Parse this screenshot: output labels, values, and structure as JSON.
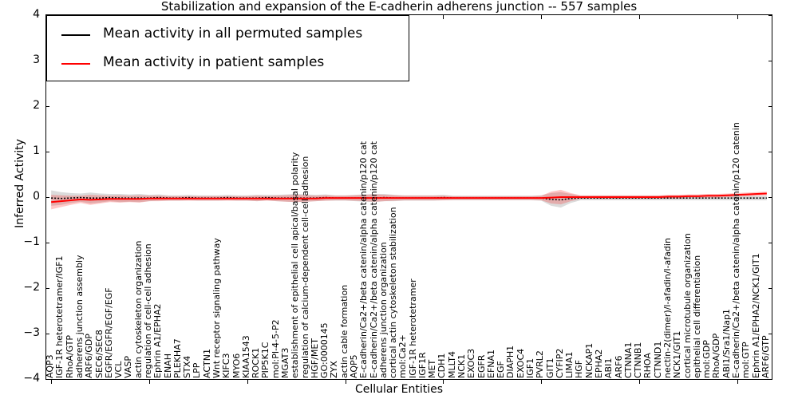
{
  "chart_data": {
    "type": "line",
    "title": "Stabilization and expansion of the E-cadherin adherens junction -- 557 samples",
    "xlabel": "Cellular Entities",
    "ylabel": "Inferred Activity",
    "ylim": [
      -4,
      4
    ],
    "yticks": [
      "4",
      "3",
      "2",
      "1",
      "0",
      "-1",
      "-2",
      "-3",
      "-4"
    ],
    "grid": false,
    "legend_position": "upper left",
    "sample_count": "557",
    "legend": [
      {
        "label": "Mean activity in all permuted samples",
        "color": "#000000"
      },
      {
        "label": "Mean activity in patient samples",
        "color": "#ff0000"
      }
    ],
    "categories": [
      "AQP3",
      "IGF-1R heterotetramer/IGF1",
      "RhoA/GTP",
      "adherens junction assembly",
      "ARF6/GDP",
      "SEC6/SEC8",
      "EGFR/EGFR/EGF/EGF",
      "VCL",
      "VASP",
      "actin cytoskeleton organization",
      "regulation of cell-cell adhesion",
      "Ephrin A1/EPHA2",
      "ENAH",
      "PLEKHA7",
      "STX4",
      "LPP",
      "ACTN1",
      "Wnt receptor signaling pathway",
      "KIFC3",
      "MYO6",
      "KIAA1543",
      "ROCK1",
      "PIP5K1C",
      "mol:PI-4-5-P2",
      "MGAT3",
      "establishment of epithelial cell apical/basal polarity",
      "regulation of calcium-dependent cell-cell adhesion",
      "HGF/MET",
      "GO:0000145",
      "ZYX",
      "actin cable formation",
      "AQP5",
      "E-cadherin/Ca2+/beta catenin/alpha catenin/p120 cat",
      "E-cadherin/Ca2+/beta catenin/alpha catenin/p120 cat",
      "adherens junction organization",
      "cortical actin cytoskeleton stabilization",
      "mol:Ca2+",
      "IGF-1R heterotetramer",
      "IGF1R",
      "MET",
      "CDH1",
      "MLLT4",
      "NCK1",
      "EXOC3",
      "EGFR",
      "EFNA1",
      "EGF",
      "DIAPH1",
      "EXOC4",
      "IGF1",
      "PVRL2",
      "GIT1",
      "CYFIP2",
      "LIMA1",
      "HGF",
      "NCKAP1",
      "EPHA2",
      "ABI1",
      "ARF6",
      "CTNNA1",
      "CTNNB1",
      "RHOA",
      "CTNND1",
      "nectin-2(dimer)/l-afadin/l-afadin",
      "NCK1/GIT1",
      "cortical microtubule organization",
      "epithelial cell differentiation",
      "mol:GDP",
      "RhoA/GDP",
      "ABI1/Sra1/Nap1",
      "E-cadherin/Ca2+/beta catenin/alpha catenin/p120 catenin",
      "mol:GTP",
      "Ephrin A1/EPHA2/NCK1/GIT1",
      "ARF6/GTP"
    ],
    "series": [
      {
        "name": "Mean activity in all permuted samples",
        "color": "#000000",
        "style": "dotted-with-solid-overlay",
        "values": [
          -0.02,
          -0.03,
          -0.02,
          -0.01,
          -0.02,
          -0.02,
          -0.01,
          -0.02,
          -0.02,
          -0.02,
          -0.02,
          -0.01,
          -0.02,
          -0.02,
          -0.01,
          -0.02,
          -0.02,
          -0.02,
          -0.01,
          -0.02,
          -0.02,
          -0.02,
          -0.01,
          -0.02,
          -0.02,
          -0.02,
          -0.02,
          -0.02,
          -0.01,
          -0.02,
          -0.02,
          -0.02,
          -0.02,
          -0.02,
          -0.01,
          -0.02,
          -0.02,
          -0.02,
          -0.02,
          -0.02,
          -0.01,
          -0.02,
          -0.02,
          -0.02,
          -0.02,
          -0.02,
          -0.02,
          -0.02,
          -0.02,
          -0.02,
          -0.02,
          -0.05,
          -0.06,
          -0.03,
          -0.02,
          -0.02,
          -0.02,
          -0.02,
          -0.02,
          -0.02,
          -0.02,
          -0.02,
          -0.02,
          -0.02,
          -0.02,
          -0.02,
          -0.02,
          -0.02,
          -0.02,
          -0.02,
          -0.02,
          -0.02,
          -0.02,
          -0.02
        ],
        "band_halfwidth": [
          0.17,
          0.14,
          0.11,
          0.09,
          0.12,
          0.1,
          0.08,
          0.09,
          0.08,
          0.09,
          0.07,
          0.07,
          0.06,
          0.06,
          0.06,
          0.06,
          0.06,
          0.06,
          0.06,
          0.06,
          0.06,
          0.07,
          0.06,
          0.07,
          0.08,
          0.09,
          0.08,
          0.07,
          0.07,
          0.06,
          0.06,
          0.07,
          0.08,
          0.09,
          0.08,
          0.07,
          0.06,
          0.06,
          0.06,
          0.06,
          0.06,
          0.05,
          0.05,
          0.05,
          0.05,
          0.05,
          0.05,
          0.05,
          0.05,
          0.05,
          0.06,
          0.14,
          0.17,
          0.1,
          0.05,
          0.05,
          0.05,
          0.05,
          0.05,
          0.05,
          0.05,
          0.05,
          0.05,
          0.05,
          0.05,
          0.05,
          0.05,
          0.05,
          0.05,
          0.05,
          0.05,
          0.05,
          0.05,
          0.05
        ]
      },
      {
        "name": "Mean activity in patient samples",
        "color": "#ff0000",
        "style": "solid",
        "values": [
          -0.11,
          -0.09,
          -0.07,
          -0.05,
          -0.06,
          -0.05,
          -0.04,
          -0.04,
          -0.04,
          -0.04,
          -0.03,
          -0.03,
          -0.03,
          -0.03,
          -0.03,
          -0.03,
          -0.03,
          -0.03,
          -0.03,
          -0.03,
          -0.03,
          -0.03,
          -0.03,
          -0.03,
          -0.03,
          -0.03,
          -0.03,
          -0.03,
          -0.02,
          -0.02,
          -0.02,
          -0.02,
          -0.02,
          -0.02,
          -0.02,
          -0.02,
          -0.02,
          -0.02,
          -0.02,
          -0.02,
          -0.02,
          -0.02,
          -0.02,
          -0.02,
          -0.02,
          -0.02,
          -0.02,
          -0.02,
          -0.02,
          -0.02,
          -0.02,
          -0.01,
          0.0,
          0.0,
          0.0,
          0.0,
          0.0,
          0.0,
          0.0,
          0.0,
          0.0,
          0.0,
          0.0,
          0.01,
          0.01,
          0.02,
          0.02,
          0.03,
          0.03,
          0.04,
          0.05,
          0.06,
          0.07,
          0.08
        ],
        "band_halfwidth": [
          0.16,
          0.13,
          0.1,
          0.08,
          0.11,
          0.09,
          0.07,
          0.08,
          0.07,
          0.08,
          0.06,
          0.06,
          0.05,
          0.05,
          0.05,
          0.05,
          0.05,
          0.05,
          0.05,
          0.05,
          0.05,
          0.06,
          0.05,
          0.06,
          0.07,
          0.08,
          0.07,
          0.06,
          0.06,
          0.05,
          0.05,
          0.06,
          0.07,
          0.08,
          0.07,
          0.06,
          0.05,
          0.05,
          0.05,
          0.05,
          0.05,
          0.04,
          0.04,
          0.04,
          0.04,
          0.04,
          0.04,
          0.04,
          0.04,
          0.04,
          0.05,
          0.13,
          0.16,
          0.09,
          0.04,
          0.04,
          0.04,
          0.04,
          0.04,
          0.04,
          0.04,
          0.04,
          0.04,
          0.04,
          0.04,
          0.04,
          0.04,
          0.04,
          0.04,
          0.04,
          0.04,
          0.04,
          0.04,
          0.04
        ]
      }
    ]
  }
}
